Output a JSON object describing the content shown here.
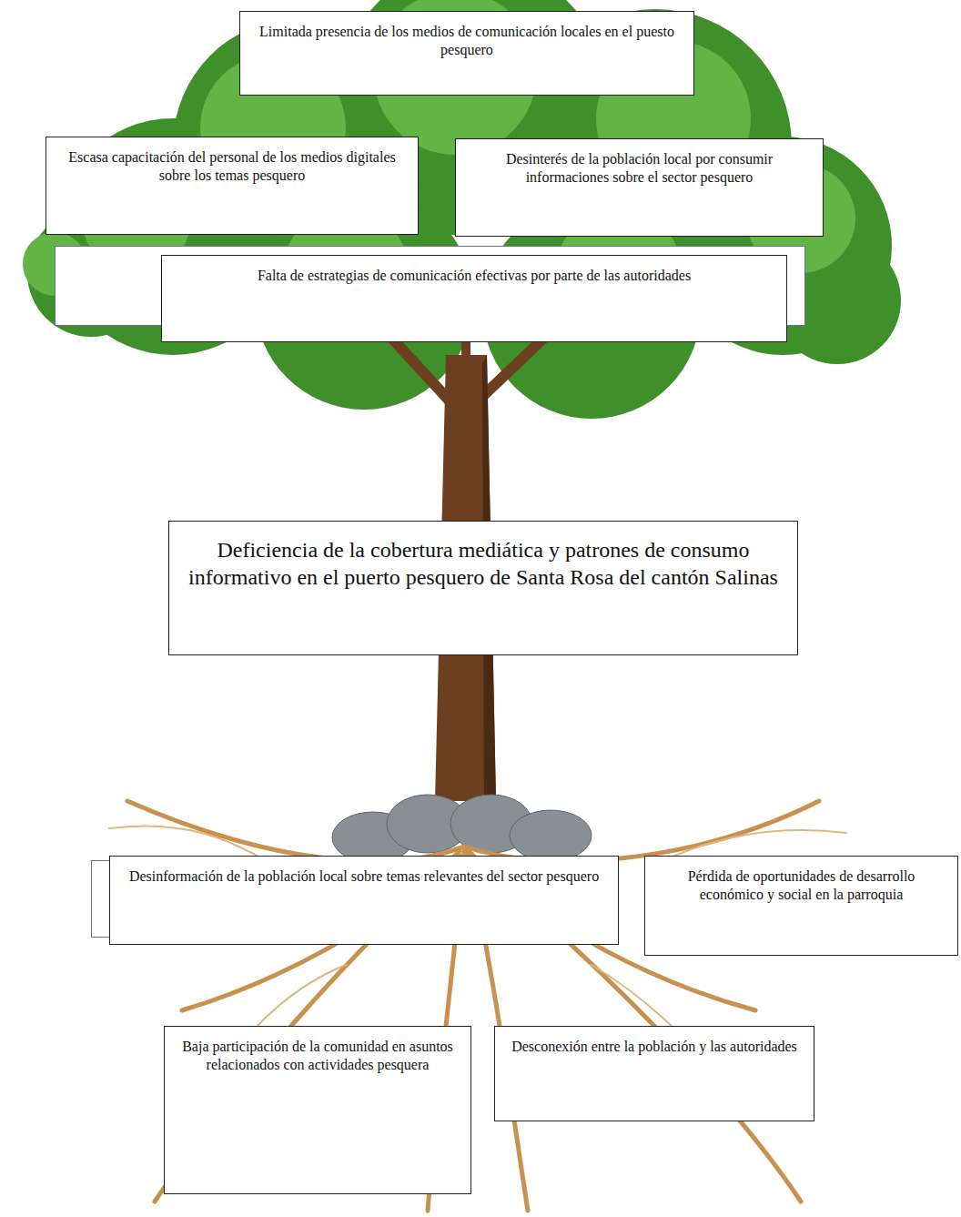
{
  "diagram": {
    "nodes": [
      {
        "text": [
          "Limitada presencia de los medios de comunicación locales en el puesto pesquero"
        ]
      },
      {
        "text": [
          "Escasa capacitación del personal de los medios digitales sobre los temas pesquero"
        ]
      },
      {
        "text": [
          "Desinterés de la población local por consumir informaciones sobre el sector pesquero"
        ]
      },
      {
        "text": [
          "Falta de estrategias de comunicación efectivas por parte de las autoridades"
        ]
      },
      {
        "text": [
          "Deficiencia de la cobertura mediática y patrones de consumo informativo en el puerto pesquero de Santa Rosa del cantón Salinas"
        ]
      },
      {
        "text": [
          "Desinformación de la población local sobre temas relevantes del sector pesquero"
        ]
      },
      {
        "text": [
          "Pérdida de oportunidades de desarrollo económico y social en la parroquia"
        ]
      },
      {
        "text": [
          "Baja participación de la comunidad en asuntos relacionados con actividades pesquera"
        ]
      },
      {
        "text": [
          "Desconexión entre la población y las autoridades"
        ]
      }
    ]
  }
}
